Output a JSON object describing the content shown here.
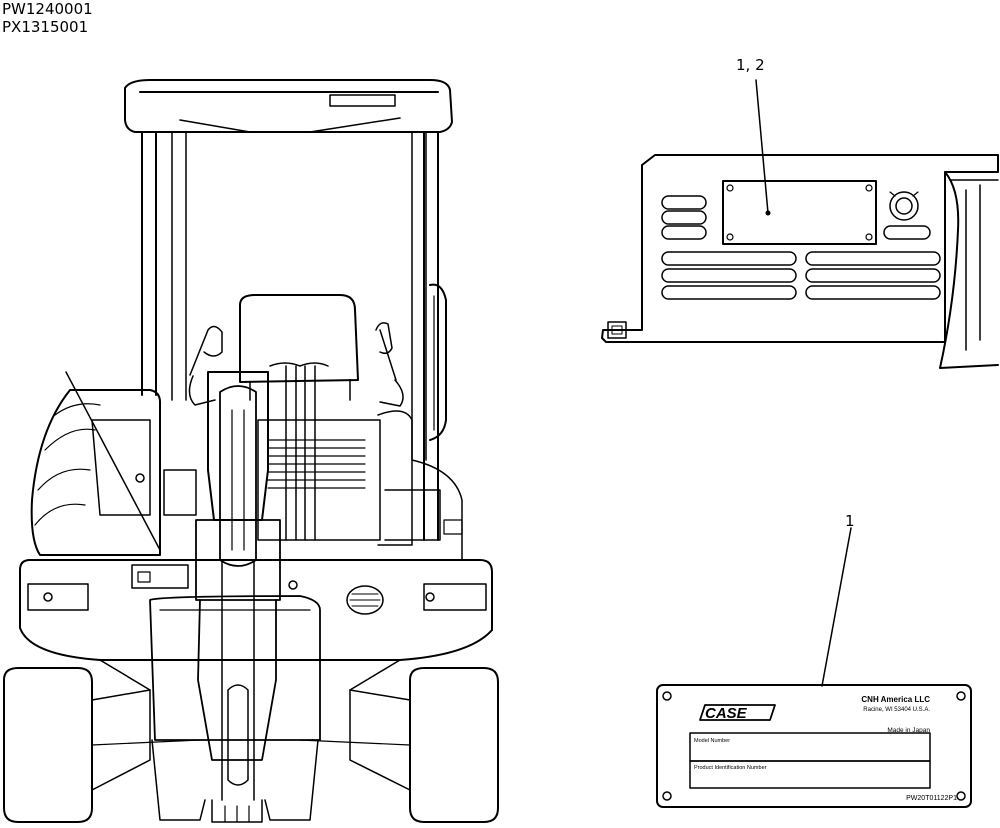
{
  "header": {
    "codes": [
      "PW1240001",
      "PX1315001"
    ]
  },
  "callouts": {
    "upper": "1, 2",
    "lower": "1"
  },
  "plate": {
    "brand": "CASE",
    "company": "CNH America LLC",
    "address": "Racine, WI 53404  U.S.A.",
    "origin": "Made in Japan",
    "model_label": "Model Number",
    "pin_label": "Product Identification Number",
    "part_number": "PW20T01122P1"
  }
}
